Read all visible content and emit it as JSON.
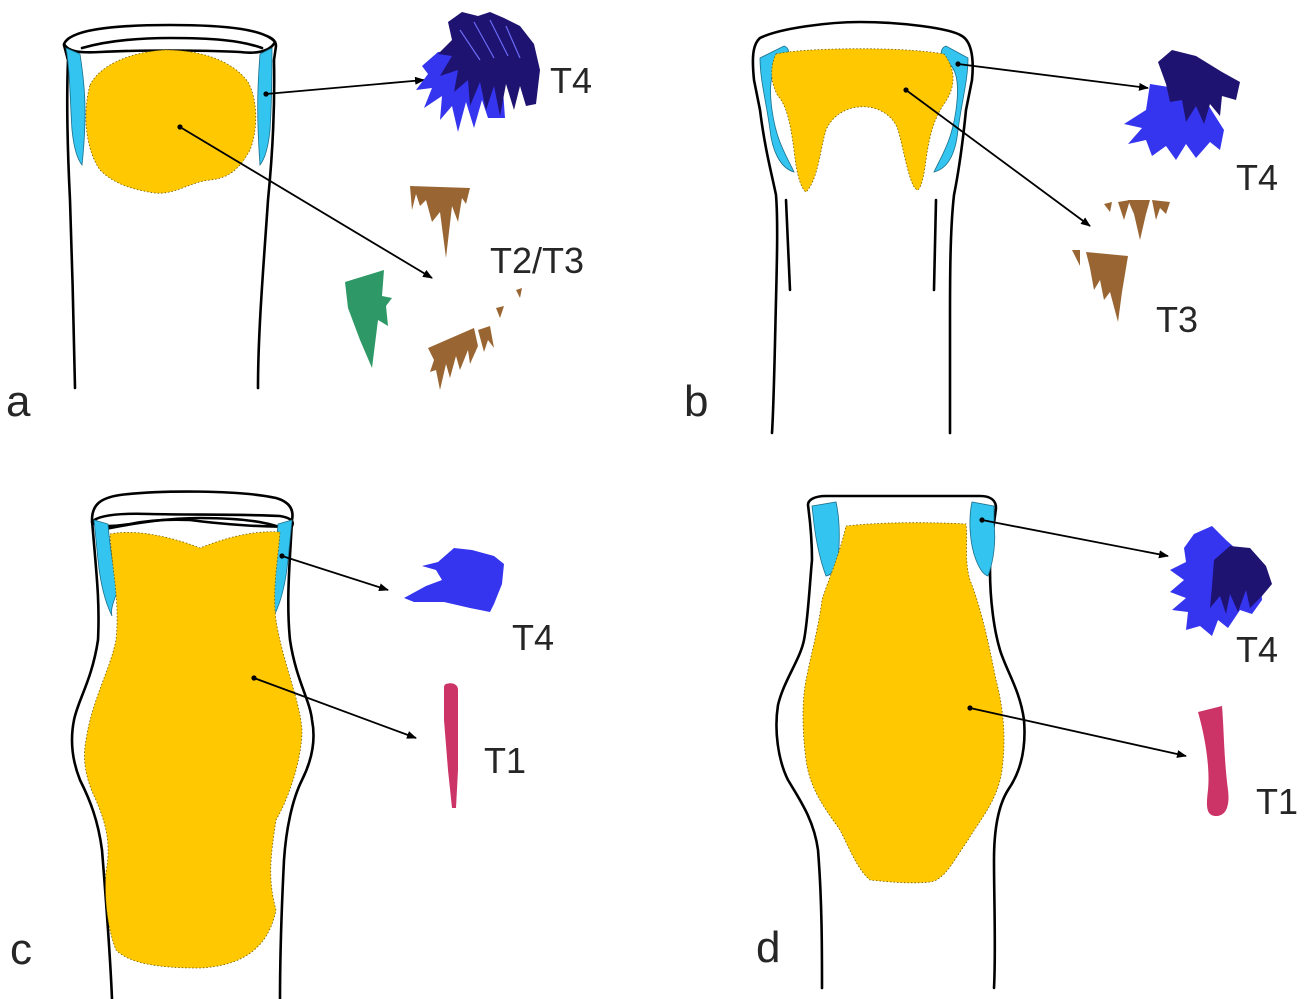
{
  "colors": {
    "yellow_region": "#FFC800",
    "cyan_region": "#33C4F0",
    "T4_dark": "#1E1370",
    "T4_blue": "#3535F0",
    "T2_T3_brown": "#996633",
    "green": "#2E9966",
    "T1_pink": "#CC3366"
  },
  "panels": {
    "a": {
      "label": "a",
      "types": [
        "T4",
        "T2/T3"
      ]
    },
    "b": {
      "label": "b",
      "types": [
        "T4",
        "T3"
      ]
    },
    "c": {
      "label": "c",
      "types": [
        "T4",
        "T1"
      ]
    },
    "d": {
      "label": "d",
      "types": [
        "T4",
        "T1"
      ]
    }
  }
}
